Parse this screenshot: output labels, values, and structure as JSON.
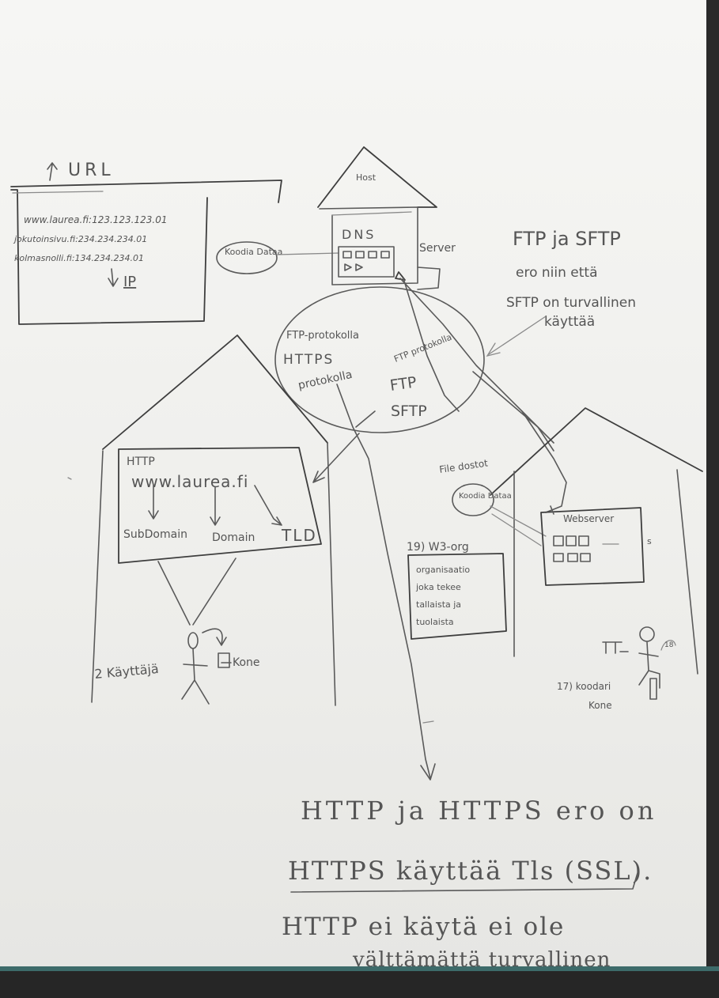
{
  "url_box": {
    "title": "URL",
    "line1": "www.laurea.fi:123.123.123.01",
    "line2": "jokutoinsivu.fi:234.234.234.01",
    "line3": "kolmasnolli.fi:134.234.234.01",
    "ip_label": "IP"
  },
  "dns_house": {
    "roof_label": "Host",
    "label": "DNS",
    "server_label": "Server"
  },
  "koodi_bubble_left": "Koodia Dataa",
  "ftp_note": {
    "line1": "FTP ja SFTP",
    "line2": "ero niin että",
    "line3": "SFTP on turvallinen",
    "line4": "käyttää"
  },
  "protocol_oval": {
    "l1": "FTP-protokolla",
    "l2": "HTTPS",
    "l3": "protokolla",
    "r1": "FTP protokolla",
    "r2": "FTP",
    "r3": "SFTP"
  },
  "http_box": {
    "protocol": "HTTP",
    "address": "www.laurea.fi",
    "sub": "SubDomain",
    "domain": "Domain",
    "tld": "TLD"
  },
  "user_left": {
    "user_label": "2 Käyttäjä",
    "machine_label": "Kone"
  },
  "w3_box": {
    "title": "19) W3-org",
    "l1": "organisaatio",
    "l2": "joka tekee",
    "l3": "tallaista ja",
    "l4": "tuolaista"
  },
  "right_house": {
    "files_label": "File dostot",
    "koodi_bubble": "Koodia Dataa",
    "webserver_label": "Webserver",
    "s_mark": "s",
    "coder_label": "17) koodari",
    "coder_label2": "Kone",
    "tag18": "18"
  },
  "bottom_text": {
    "line1": "HTTP ja HTTPS ero on",
    "line2": "HTTPS käyttää Tls (SSL).",
    "line3": "HTTP ei käytä ei ole",
    "line4": "välttämättä turvallinen"
  }
}
